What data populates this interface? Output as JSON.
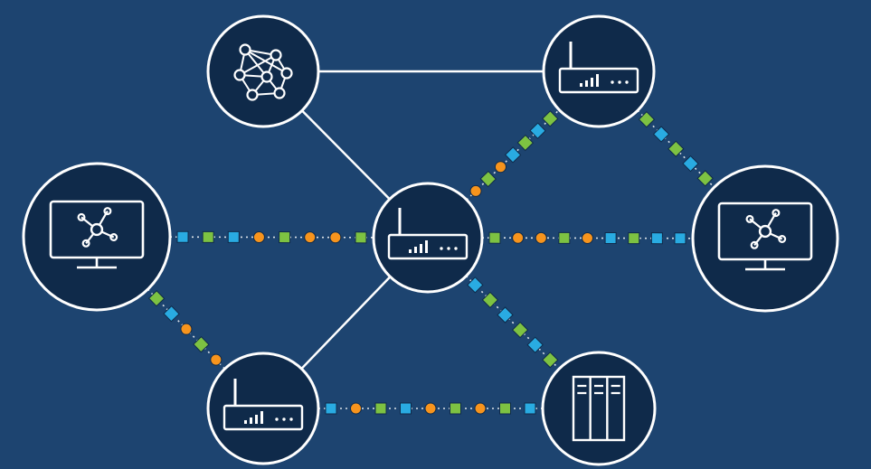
{
  "colors": {
    "background": "#1d4470",
    "node_fill": "#0f2a4a",
    "stroke": "#ffffff",
    "packet_blue": "#29abe2",
    "packet_green": "#7dc242",
    "packet_orange": "#f7941d"
  },
  "nodes": [
    {
      "id": "mesh",
      "icon": "network-mesh-icon"
    },
    {
      "id": "router-top",
      "icon": "router-icon"
    },
    {
      "id": "monitor-left",
      "icon": "monitor-hub-icon"
    },
    {
      "id": "router-center",
      "icon": "router-icon"
    },
    {
      "id": "monitor-right",
      "icon": "monitor-hub-icon"
    },
    {
      "id": "router-bottom",
      "icon": "router-icon"
    },
    {
      "id": "server",
      "icon": "server-rack-icon"
    }
  ],
  "connections": [
    {
      "from": "mesh",
      "to": "router-top",
      "style": "solid"
    },
    {
      "from": "mesh",
      "to": "router-center",
      "style": "solid"
    },
    {
      "from": "router-center",
      "to": "router-bottom",
      "style": "solid"
    },
    {
      "from": "monitor-left",
      "to": "router-center",
      "style": "packets",
      "packets": [
        "blue",
        "green",
        "blue",
        "orange",
        "green",
        "orange",
        "orange",
        "green"
      ]
    },
    {
      "from": "router-center",
      "to": "monitor-right",
      "style": "packets",
      "packets": [
        "green",
        "orange",
        "orange",
        "green",
        "orange",
        "blue",
        "green",
        "blue",
        "blue"
      ]
    },
    {
      "from": "router-center",
      "to": "router-top",
      "style": "packets",
      "packets": [
        "orange",
        "green",
        "orange",
        "blue",
        "green",
        "blue",
        "green"
      ]
    },
    {
      "from": "router-top",
      "to": "monitor-right",
      "style": "packets",
      "packets": [
        "green",
        "blue",
        "green",
        "blue",
        "green"
      ]
    },
    {
      "from": "monitor-left",
      "to": "router-bottom",
      "style": "packets",
      "packets": [
        "green",
        "blue",
        "orange",
        "green",
        "orange"
      ]
    },
    {
      "from": "router-center",
      "to": "server",
      "style": "packets",
      "packets": [
        "blue",
        "green",
        "blue",
        "green",
        "blue",
        "green"
      ]
    },
    {
      "from": "router-bottom",
      "to": "server",
      "style": "packets",
      "packets": [
        "blue",
        "orange",
        "green",
        "blue",
        "orange",
        "green",
        "orange",
        "green",
        "blue"
      ]
    }
  ]
}
